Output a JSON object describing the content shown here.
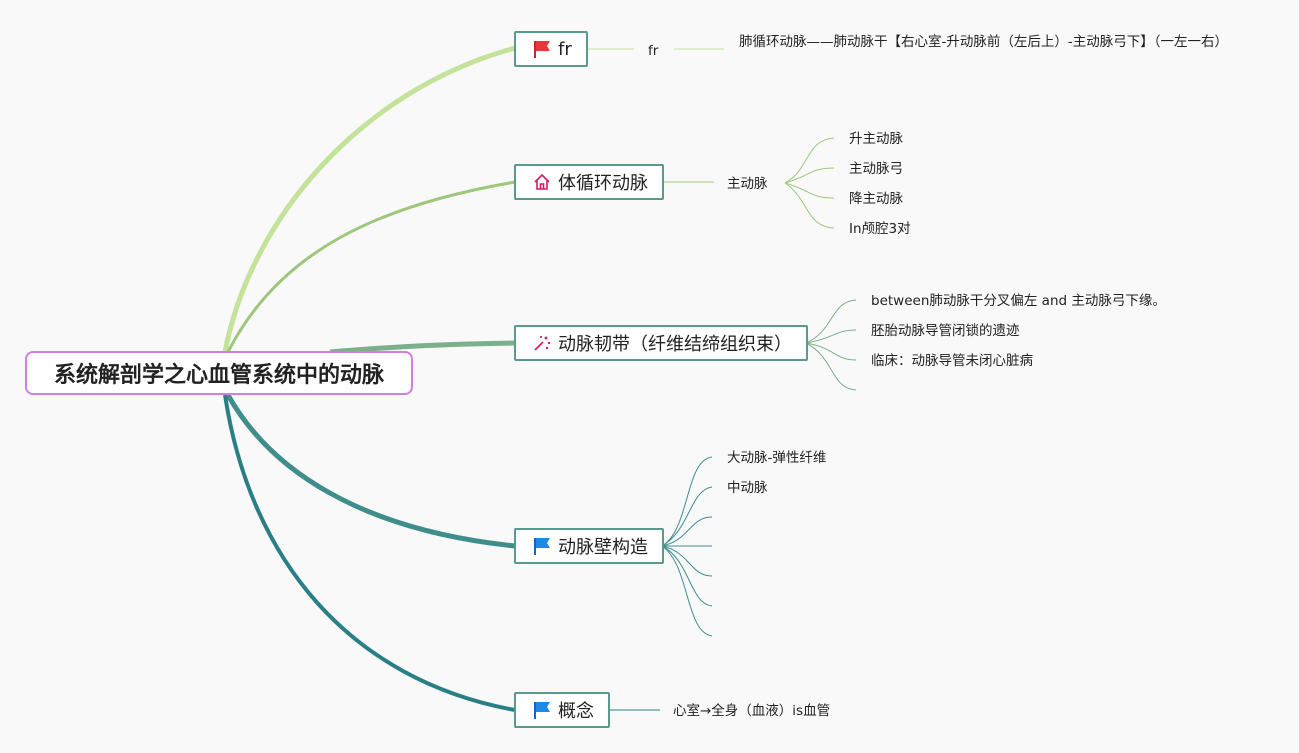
{
  "root": {
    "title": "系统解剖学之心血管系统中的动脉"
  },
  "branches": {
    "fr": {
      "label": "fr",
      "icon": "red-flag-icon",
      "mid": "fr",
      "detail": "肺循环动脉——肺动脉干【右心室-升动脉前（左后上）-主动脉弓下】（一左一右）"
    },
    "systemic": {
      "label": "体循环动脉",
      "icon": "house-icon",
      "mid": "主动脉",
      "children": [
        "升主动脉",
        "主动脉弓",
        "降主动脉",
        "In颅腔3对"
      ]
    },
    "ligament": {
      "label": "动脉韧带（纤维结缔组织束）",
      "icon": "sparkle-icon",
      "children": [
        "between肺动脉干分叉偏左 and 主动脉弓下缘。",
        "胚胎动脉导管闭锁的遗迹",
        "临床：动脉导管未闭心脏病",
        ""
      ]
    },
    "wall": {
      "label": "动脉壁构造",
      "icon": "blue-flag-icon",
      "children": [
        "大动脉-弹性纤维",
        "中动脉",
        "",
        "",
        "",
        "",
        ""
      ]
    },
    "concept": {
      "label": "概念",
      "icon": "blue-flag-icon",
      "detail": "心室→全身（血液）is血管"
    }
  },
  "colors": {
    "root_border": "#d27de0",
    "fr_line": "#c3e39b",
    "systemic_line": "#9ec77c",
    "ligament_line": "#7bb08a",
    "wall_line": "#3f8e8c",
    "concept_line": "#2a7f86"
  }
}
